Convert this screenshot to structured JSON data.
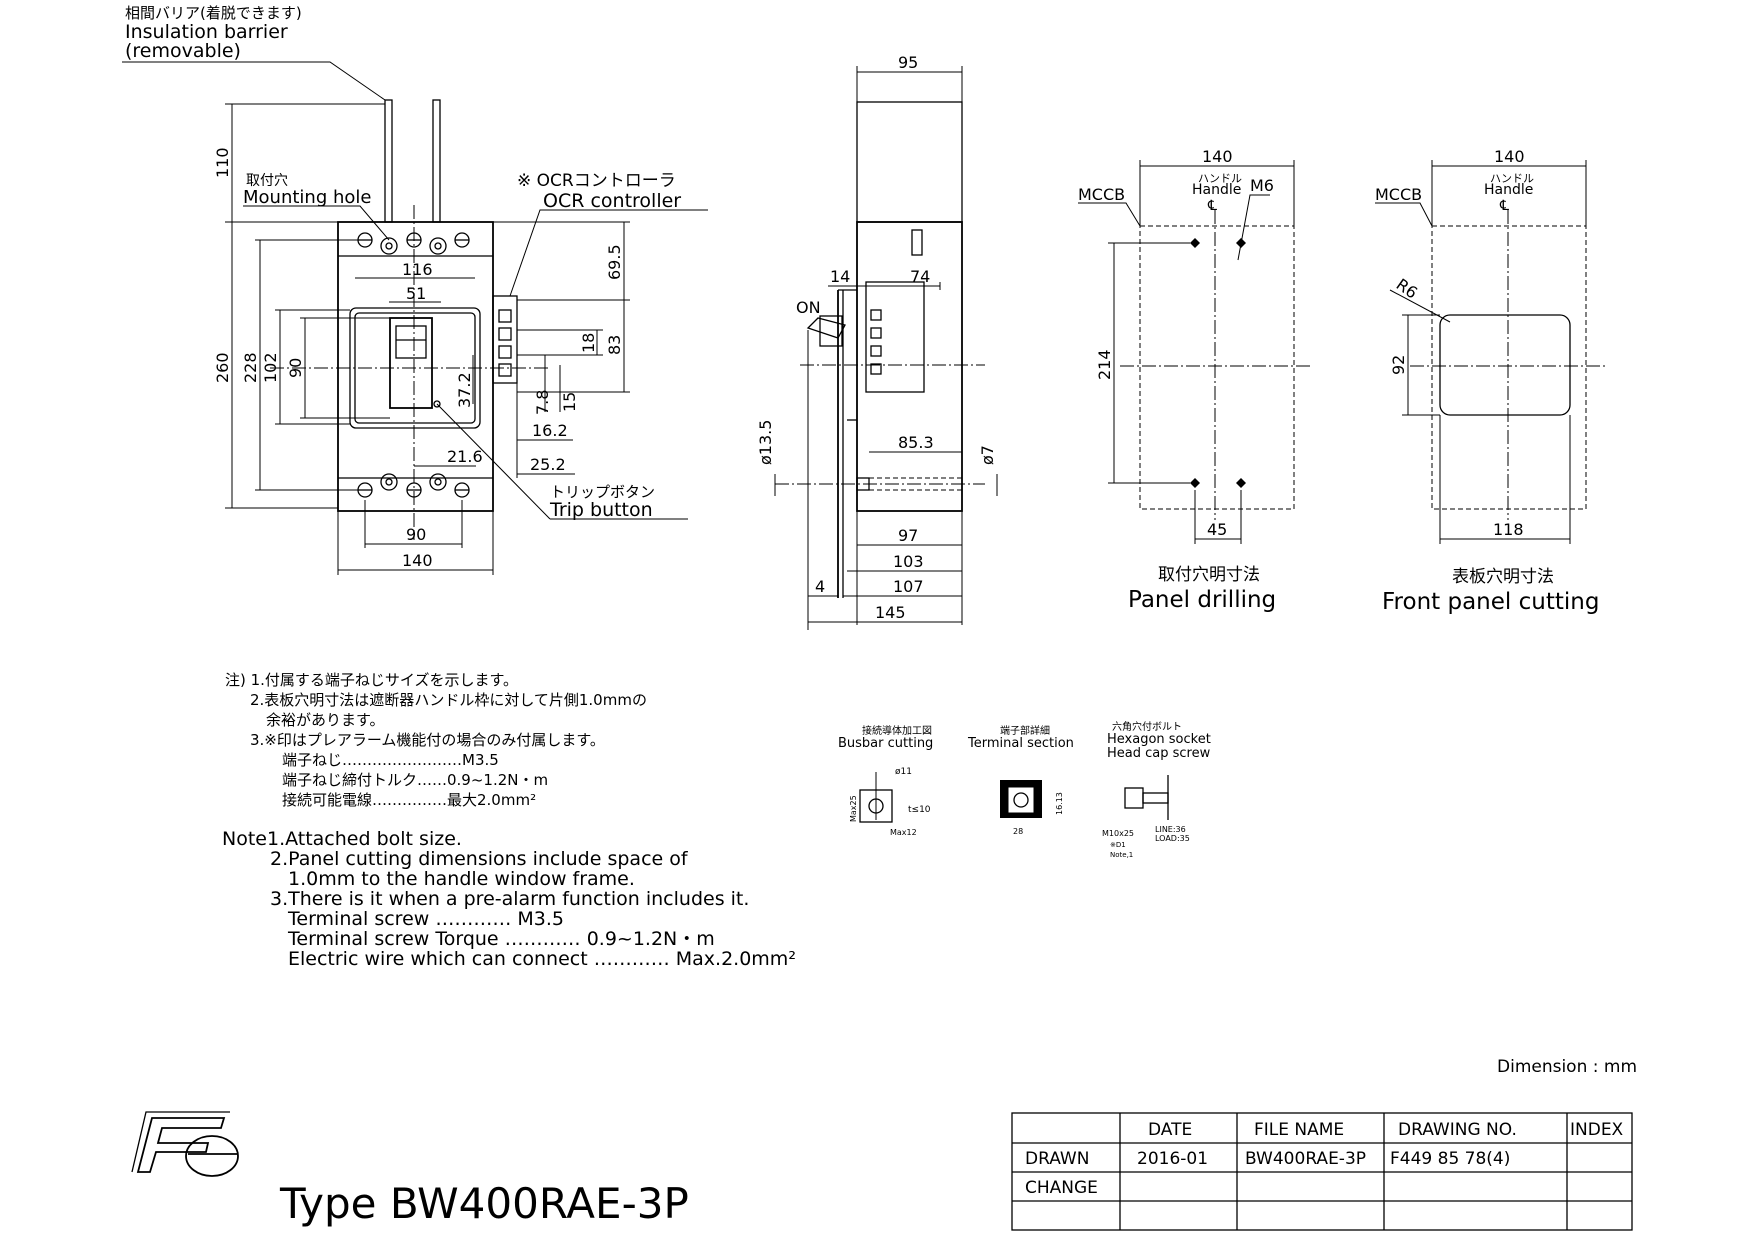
{
  "title_block": {
    "type_label": "Type BW400RAE-3P",
    "dimension_unit": "Dimension : mm",
    "headers": [
      "DATE",
      "FILE NAME",
      "DRAWING NO.",
      "INDEX"
    ],
    "rows": [
      {
        "label": "DRAWN",
        "date": "2016-01",
        "file": "BW400RAE-3P",
        "drawing_no": "F449 85 78(4)",
        "index": ""
      },
      {
        "label": "CHANGE",
        "date": "",
        "file": "",
        "drawing_no": "",
        "index": ""
      },
      {
        "label": "",
        "date": "",
        "file": "",
        "drawing_no": "",
        "index": ""
      }
    ]
  },
  "labels": {
    "barrier_jp": "相間バリア(着脱できます)",
    "barrier_en1": "Insulation barrier",
    "barrier_en2": "(removable)",
    "mounting_jp": "取付穴",
    "mounting_en": "Mounting hole",
    "ocr_jp": "※ OCRコントローラ",
    "ocr_en": "OCR controller",
    "trip_jp": "トリップボタン",
    "trip_en": "Trip button",
    "on": "ON",
    "mccb": "MCCB",
    "handle_jp": "ハンドル",
    "handle_en": "Handle",
    "cl": "℄",
    "m6": "M6",
    "r6": "R6",
    "drill_jp": "取付穴明寸法",
    "drill_en": "Panel drilling",
    "cut_jp": "表板穴明寸法",
    "cut_en": "Front panel cutting"
  },
  "dims": {
    "d95": "95",
    "d110": "110",
    "d260": "260",
    "d228": "228",
    "d102": "102",
    "d90v": "90",
    "d116": "116",
    "d51": "51",
    "d69_5": "69.5",
    "d83": "83",
    "d18": "18",
    "d37_2": "37.2",
    "d7_8": "7.8",
    "d15": "15",
    "d16_2": "16.2",
    "d21_6": "21.6",
    "d25_2": "25.2",
    "d90h": "90",
    "d140a": "140",
    "d14": "14",
    "d74": "74",
    "d13_5": "ø13.5",
    "d85_3": "85.3",
    "d7": "ø7",
    "d97": "97",
    "d103": "103",
    "d107": "107",
    "d4": "4",
    "d145": "145",
    "d140b": "140",
    "d214": "214",
    "d45": "45",
    "d140c": "140",
    "d92": "92",
    "d118": "118"
  },
  "notes_jp": [
    "注) 1.付属する端子ねじサイズを示します。",
    "2.表板穴明寸法は遮断器ハンドル枠に対して片側1.0mmの",
    "余裕があります。",
    "3.※印はプレアラーム機能付の場合のみ付属します。",
    "端子ねじ……………………M3.5",
    "端子ねじ締付トルク……0.9~1.2N・m",
    "接続可能電線……………最大2.0mm²"
  ],
  "notes_en": [
    "Note1.Attached bolt size.",
    "2.Panel cutting dimensions include space of",
    "1.0mm to the handle window frame.",
    "3.There is it when a pre-alarm function includes it.",
    "Terminal screw ………… M3.5",
    "Terminal screw Torque ………… 0.9~1.2N・m",
    "Electric wire which can connect ………… Max.2.0mm²"
  ],
  "details": {
    "busbar_jp": "接続導体加工図",
    "busbar_en": "Busbar cutting",
    "terminal_jp": "端子部詳細",
    "terminal_en": "Terminal section",
    "hex_jp": "六角穴付ボルト",
    "hex_en1": "Hexagon socket",
    "hex_en2": "Head cap screw",
    "phi11": "ø11",
    "t10": "t≤10",
    "max25": "Max25",
    "max12": "Max12",
    "d28": "28",
    "d16_13": "16.13",
    "m10x25": "M10x25",
    "sd1": "※D1",
    "note1": "Note,1",
    "line36": "LINE:36",
    "load35": "LOAD:35"
  }
}
